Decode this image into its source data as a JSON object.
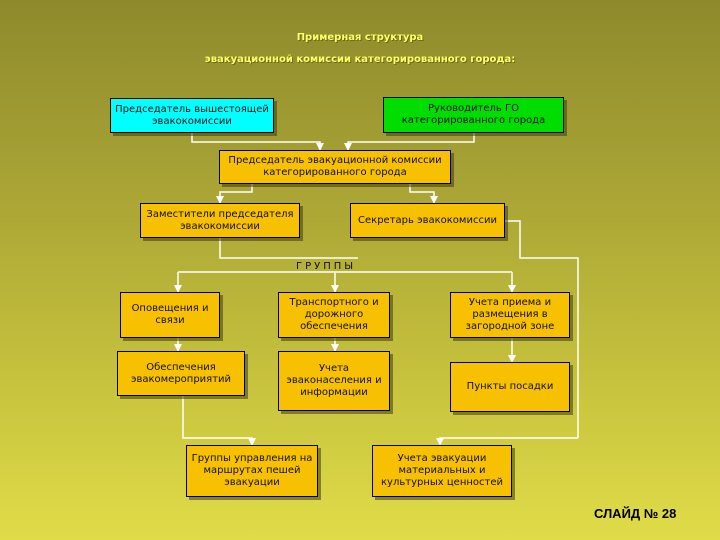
{
  "title": {
    "line1": "Примерная структура",
    "line2": "эвакуационной комиссии категорированного города:"
  },
  "boxes": {
    "chairman_higher": "Председатель вышестоящей эвакокомиссии",
    "head_go": "Руководитель ГО категорированного города",
    "chairman": "Председатель эвакуационной комиссии категорированного города",
    "deputies": "Заместители председателя эвакокомиссии",
    "secretary": "Секретарь эвакокомиссии",
    "notification": "Оповещения и связи",
    "transport": "Транспортного и дорожного обеспечения",
    "reception": "Учета приема и размещения в загородной зоне",
    "support": "Обеспечения эвакомероприятий",
    "accounting": "Учета эваконаселения и информации",
    "boarding": "Пункты посадки",
    "foot_routes": "Группы управления на маршрутах пешей эвакуации",
    "valuables": "Учета эвакуации материальных и культурных ценностей"
  },
  "groups_label": "ГРУППЫ",
  "slide_number": "СЛАЙД № 28",
  "colors": {
    "box_fill": "#f7c000",
    "cyan_fill": "#00ffff",
    "green_fill": "#00dd00",
    "title_text": "#ffff66"
  }
}
